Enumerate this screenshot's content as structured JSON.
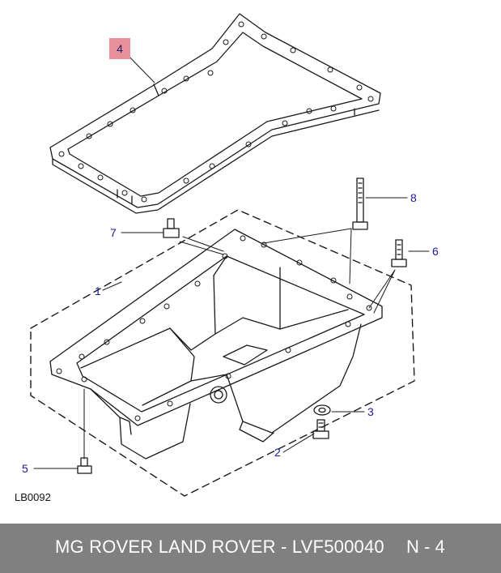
{
  "callouts": {
    "c1": "1",
    "c2": "2",
    "c3": "3",
    "c4": "4",
    "c5": "5",
    "c6": "6",
    "c7": "7",
    "c8": "8"
  },
  "reference_code": "LB0092",
  "footer": {
    "text": "MG ROVER LAND ROVER - LVF500040",
    "page": "N - 4"
  },
  "colors": {
    "callout_text": "#1a1a9a",
    "callout_highlight": "#e8909a",
    "footer_bg": "#808080",
    "footer_text": "#ffffff",
    "line": "#1a1a1a"
  }
}
